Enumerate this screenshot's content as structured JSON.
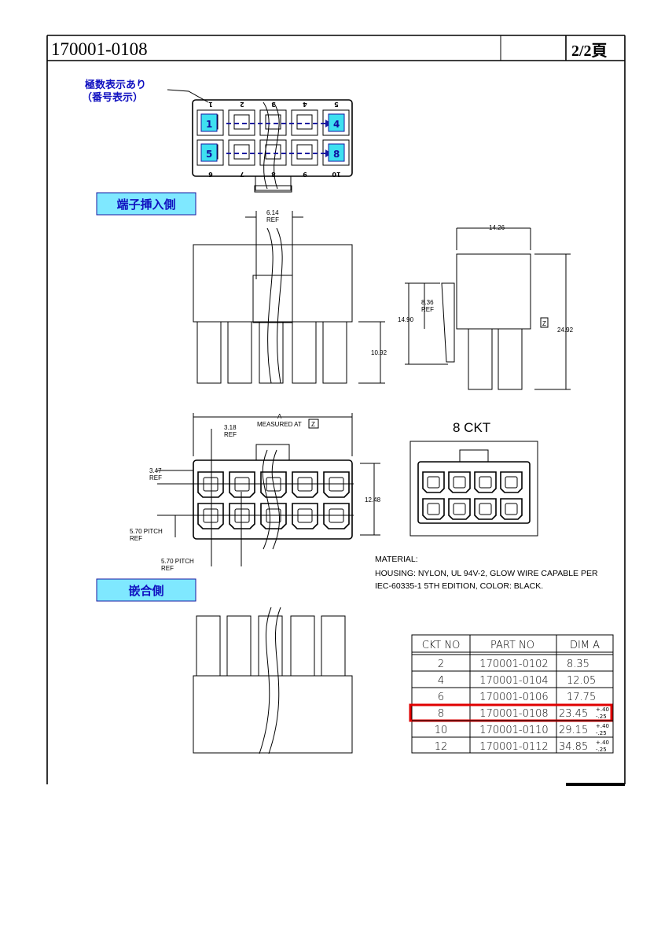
{
  "header": {
    "part_number": "170001-0108",
    "page": "2/2頁"
  },
  "polarity_note": {
    "line1": "極数表示あり",
    "line2": "（番号表示）"
  },
  "housing_numbers": {
    "top": [
      "1",
      "2",
      "3",
      "4",
      "5"
    ],
    "bottom": [
      "6",
      "7",
      "8",
      "9",
      "10"
    ]
  },
  "pin_labels": [
    "1",
    "4",
    "5",
    "8"
  ],
  "labels": {
    "terminal_insert_side": "端子挿入側",
    "mating_side": "嵌合側",
    "circuit": "8   CKT"
  },
  "dimensions": {
    "d614": "6.14",
    "ref": "REF",
    "d1426": "14.26",
    "d836": "8.36",
    "d1490": "14.90",
    "d2492": "24.92",
    "d1092": "10.92",
    "z": "Z",
    "a": "A",
    "measured_at": "MEASURED AT",
    "d318": "3.18",
    "d347": "3.47",
    "d1248": "12.48",
    "pitch": "5.70  PITCH"
  },
  "material": {
    "title": "MATERIAL:",
    "line1": "HOUSING: NYLON, UL 94V-2, GLOW WIRE CAPABLE PER",
    "line2": "IEC-60335-1 5TH EDITION, COLOR: BLACK."
  },
  "table": {
    "headers": [
      "CKT  NO",
      "PART  NO",
      "DIM  A"
    ],
    "rows": [
      {
        "ckt": "2",
        "part": "170001-0102",
        "dim": "8.35",
        "tol_plus": "",
        "tol_minus": ""
      },
      {
        "ckt": "4",
        "part": "170001-0104",
        "dim": "12.05",
        "tol_plus": "",
        "tol_minus": ""
      },
      {
        "ckt": "6",
        "part": "170001-0106",
        "dim": "17.75",
        "tol_plus": "",
        "tol_minus": ""
      },
      {
        "ckt": "8",
        "part": "170001-0108",
        "dim": "23.45",
        "tol_plus": "+.40",
        "tol_minus": "-.25"
      },
      {
        "ckt": "10",
        "part": "170001-0110",
        "dim": "29.15",
        "tol_plus": "+.40",
        "tol_minus": "-.25"
      },
      {
        "ckt": "12",
        "part": "170001-0112",
        "dim": "34.85",
        "tol_plus": "+.40",
        "tol_minus": "-.25"
      }
    ],
    "highlighted_row": "8",
    "highlight_color": "#e00000"
  }
}
